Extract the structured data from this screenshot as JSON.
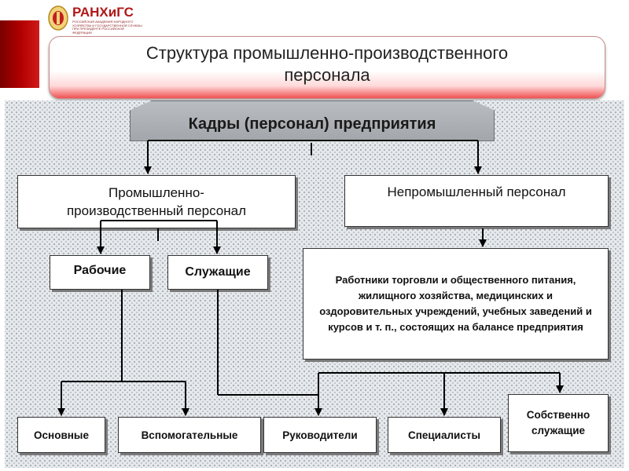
{
  "logo": {
    "text": "РАНХиГС",
    "sub": "РОССИЙСКАЯ АКАДЕМИЯ НАРОДНОГО ХОЗЯЙСТВА И ГОСУДАРСТВЕННОЙ СЛУЖБЫ ПРИ ПРЕЗИДЕНТЕ РОССИЙСКОЙ ФЕДЕРАЦИИ"
  },
  "title": "Структура промышленно-производственного персонала",
  "nodes": {
    "root": "Кадры (персонал) предприятия",
    "ppp": "Промышленно-производственный персонал",
    "nonind": "Непромышленный персонал",
    "workers": "Рабочие",
    "employees": "Служащие",
    "nonind_desc": "Работники торговли и общественного питания, жилищного хозяйства, медицинских и оздоровительных учреждений, учебных заведений и курсов и т. п., состоящих на балансе предприятия",
    "main": "Основные",
    "aux": "Вспомогательные",
    "managers": "Руководители",
    "specialists": "Специалисты",
    "own_employees": "Собственно служащие"
  },
  "colors": {
    "accent": "#b30000",
    "header_fill": "#a8acb0",
    "background_dots": "#9aa0a8"
  }
}
